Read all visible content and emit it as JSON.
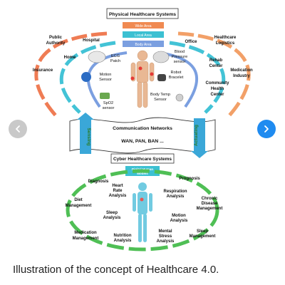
{
  "viewer": {
    "caption": "Illustration of the concept of Healthcare 4.0."
  },
  "figure": {
    "physical_title": "Physical Healthcare Systems",
    "areas": [
      "Wide Area",
      "Local Area",
      "Body Area"
    ],
    "outer_left": [
      "Public Authority",
      "Hospital",
      "Home",
      "Insurance"
    ],
    "outer_right": [
      "Office",
      "Healthcare Logistics",
      "Rehab Center",
      "Medication Industry",
      "Community Health Center"
    ],
    "sensors": [
      "ECG Patch",
      "Blood Pressure sensor",
      "Motion Sensor",
      "Robot Bracelet",
      "SpO2 sensor",
      "Body Temp Sensor"
    ],
    "comm_title": "Communication Networks",
    "comm_text": "WAN, PAN, BAN ...",
    "sensing_label": "Sensing",
    "actuating_label": "Actuating",
    "cyber_title": "Cyber Healthcare Systems",
    "digital_label": "Digital Human Models",
    "cyber_items": [
      "Diagnosis",
      "Heart Rate Analysis",
      "Prognosis",
      "Diet Management",
      "Respiration Analysis",
      "Chronic Disease Management",
      "Sleep Analysis",
      "Motion Analysis",
      "Medication Management",
      "Nutrition Analysis",
      "Mental Stress Analysis",
      "Sleep Management"
    ]
  },
  "icons": {
    "prev": "chevron-left-icon",
    "next": "chevron-right-icon"
  },
  "colors": {
    "wide": "#f08a52",
    "local": "#3cc0d2",
    "body": "#7b9fe0",
    "arc_left_outer": "#ef7c54",
    "arc_right_outer": "#f2a068",
    "arc_cyan": "#43c3d6",
    "arc_green": "#4fbf55",
    "nav_next": "#1f8bf0"
  }
}
